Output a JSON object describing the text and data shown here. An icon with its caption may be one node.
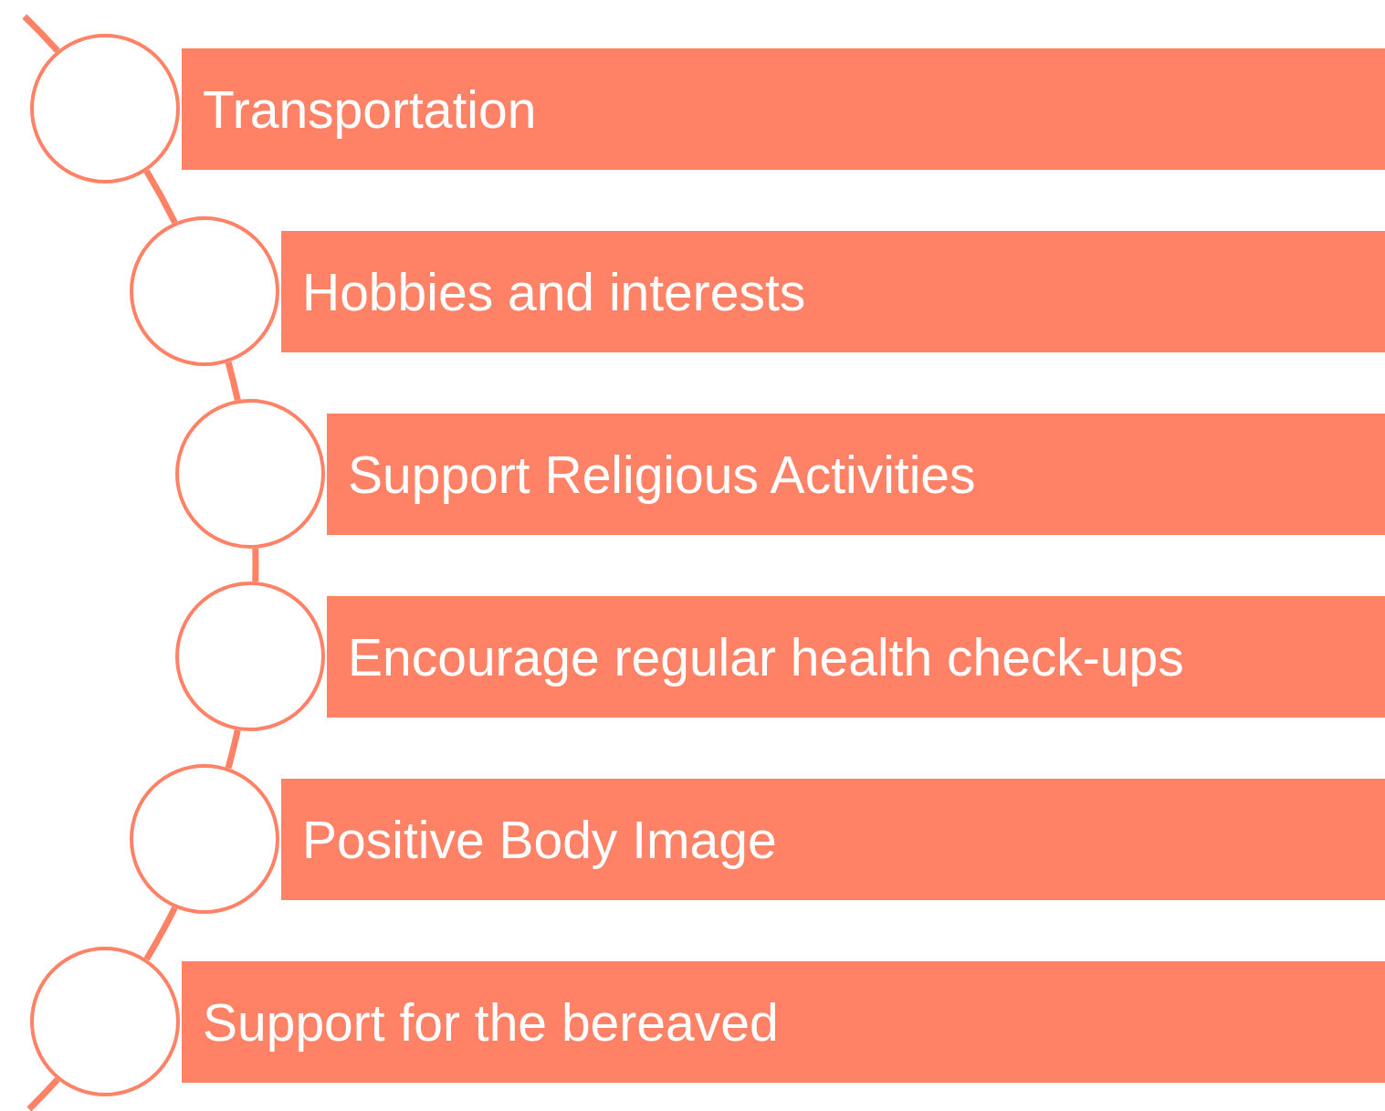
{
  "diagram": {
    "nodes": [
      {
        "text": [
          "Transportation"
        ]
      },
      {
        "text": [
          "Hobbies and interests"
        ]
      },
      {
        "text": [
          "Support Religious Activities"
        ]
      },
      {
        "text": [
          "Encourage regular health check-ups"
        ]
      },
      {
        "text": [
          "Positive Body Image"
        ]
      },
      {
        "text": [
          "Support for the bereaved"
        ]
      },
      {
        "text": [],
        "shape": "circle"
      },
      {
        "text": [],
        "shape": "circle"
      },
      {
        "text": [],
        "shape": "circle"
      },
      {
        "text": [],
        "shape": "circle"
      },
      {
        "text": [],
        "shape": "circle"
      },
      {
        "text": [],
        "shape": "circle"
      }
    ],
    "edges": [
      {
        "from": null,
        "to": 6,
        "arrow": "none"
      },
      {
        "from": 6,
        "to": 7,
        "arrow": "none"
      },
      {
        "from": 7,
        "to": 8,
        "arrow": "none"
      },
      {
        "from": 8,
        "to": 9,
        "arrow": "none"
      },
      {
        "from": 9,
        "to": 10,
        "arrow": "none"
      },
      {
        "from": 10,
        "to": 11,
        "arrow": "none"
      },
      {
        "from": 11,
        "to": null,
        "arrow": "none"
      }
    ]
  }
}
